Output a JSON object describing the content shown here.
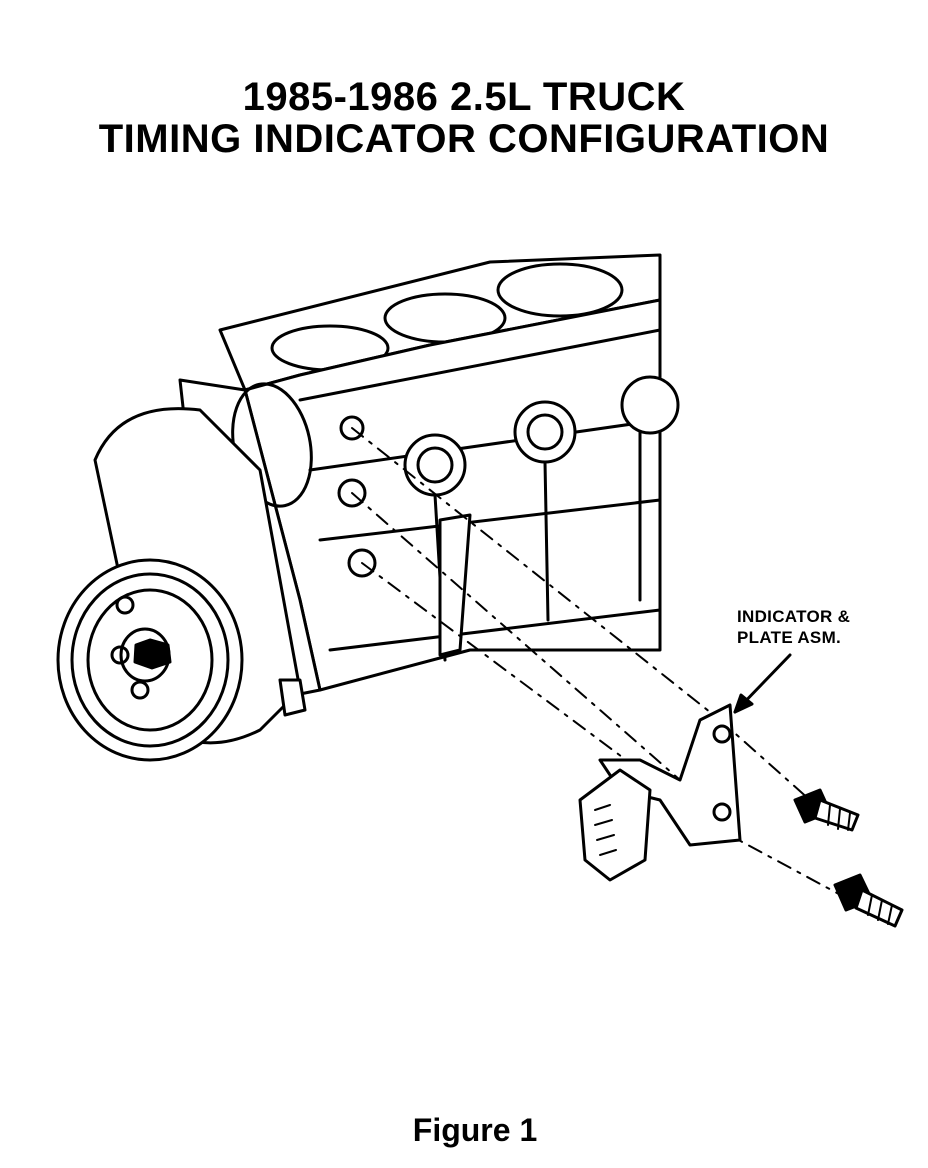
{
  "title": {
    "line1": "1985-1986 2.5L TRUCK",
    "line2": "TIMING INDICATOR CONFIGURATION"
  },
  "callout": {
    "line1": "INDICATOR &",
    "line2": "PLATE ASM."
  },
  "caption": "Figure 1",
  "colors": {
    "ink": "#000000",
    "paper": "#ffffff"
  }
}
